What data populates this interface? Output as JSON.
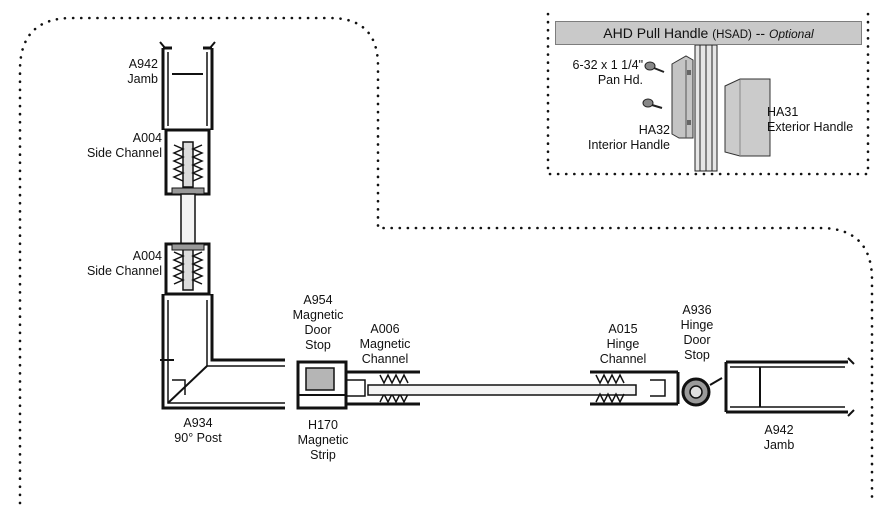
{
  "header": {
    "title": "AHD Pull Handle",
    "code": "(HSAD)",
    "separator": "--",
    "optional": "Optional"
  },
  "labels": {
    "screw": [
      "6-32 x 1 1/4\"",
      "Pan Hd."
    ],
    "ha32": [
      "HA32",
      "Interior  Handle"
    ],
    "ha31": [
      "HA31",
      "Exterior Handle"
    ],
    "jamb_top": [
      "A942",
      "Jamb"
    ],
    "side_channel_1": [
      "A004",
      "Side Channel"
    ],
    "side_channel_2": [
      "A004",
      "Side Channel"
    ],
    "door_stop": [
      "A954",
      "Magnetic",
      "Door",
      "Stop"
    ],
    "mag_channel": [
      "A006",
      "Magnetic",
      "Channel"
    ],
    "hinge_channel": [
      "A015",
      "Hinge",
      "Channel"
    ],
    "hinge_stop": [
      "A936",
      "Hinge",
      "Door",
      "Stop"
    ],
    "post": [
      "A934",
      "90° Post"
    ],
    "mag_strip": [
      "H170",
      "Magnetic",
      "Strip"
    ],
    "jamb_right": [
      "A942",
      "Jamb"
    ]
  },
  "colors": {
    "profile": "#111111",
    "glass": "#f4f4f4",
    "handle": "#c8c8c8",
    "header_bg": "#c9c9c9",
    "dot": "#111111"
  }
}
